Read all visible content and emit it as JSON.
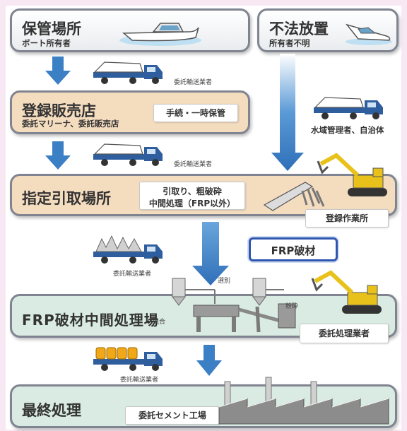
{
  "owner": {
    "title": "保管場所",
    "subtitle": "ボート所有者"
  },
  "illegal": {
    "title": "不法放置",
    "subtitle": "所有者不明"
  },
  "transport_label": "委託輸送業者",
  "dealer": {
    "title": "登録販売店",
    "subtitle": "委託マリーナ、委託販売店",
    "tag": "手続・一時保管"
  },
  "authority_label": "水域管理者、自治体",
  "designated": {
    "title": "指定引取場所",
    "tag_line1": "引取り、粗破砕",
    "tag_line2": "中間処理（FRP以外）"
  },
  "registered_site_label": "登録作業所",
  "frp_material_label": "FRP破材",
  "intermediate": {
    "title": "FRP破材中間処理場",
    "sort_label": "選別",
    "mix_label": "混合",
    "crush_label": "粉砕",
    "processor_label": "委託処理業者"
  },
  "final": {
    "title": "最終処理",
    "cement_label": "委託セメント工場"
  },
  "colors": {
    "arrow_blue": "#3b7fc4",
    "tan": "#f4dcbf",
    "green": "#d9ebe2",
    "truck_blue": "#2f5e9e",
    "excavator_yellow": "#e8c21a"
  }
}
